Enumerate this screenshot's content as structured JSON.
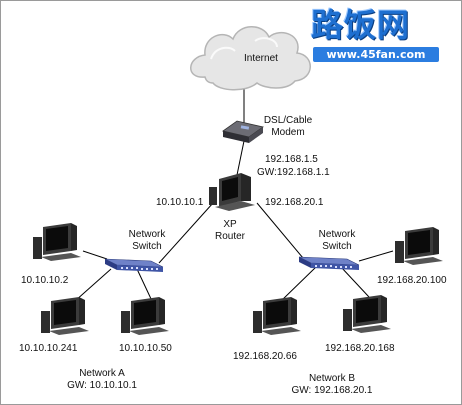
{
  "cloud": {
    "label": "Internet"
  },
  "modem": {
    "label_line1": "DSL/Cable",
    "label_line2": "Modem"
  },
  "router": {
    "label_line1": "XP",
    "label_line2": "Router",
    "wan_ip": "192.168.1.5",
    "wan_gw": "GW:192.168.1.1",
    "lan_a_ip": "10.10.10.1",
    "lan_b_ip": "192.168.20.1"
  },
  "switch_a": {
    "label_line1": "Network",
    "label_line2": "Switch"
  },
  "switch_b": {
    "label_line1": "Network",
    "label_line2": "Switch"
  },
  "network_a": {
    "name": "Network A",
    "gateway": "GW: 10.10.10.1",
    "hosts": [
      "10.10.10.2",
      "10.10.10.241",
      "10.10.10.50"
    ]
  },
  "network_b": {
    "name": "Network B",
    "gateway": "GW: 192.168.20.1",
    "hosts": [
      "192.168.20.100",
      "192.168.20.66",
      "192.168.20.168"
    ]
  },
  "logo": {
    "chinese": "路饭网",
    "url": "www.45fan.com",
    "color": "#1e6fd0"
  },
  "colors": {
    "cloud_fill": "#e4e4e4",
    "cloud_stroke": "#b8b8b8",
    "switch_body": "#3f55a6",
    "monitor_bezel": "#3a3a3a",
    "screen": "#0a0a0a",
    "wire": "#000000"
  }
}
